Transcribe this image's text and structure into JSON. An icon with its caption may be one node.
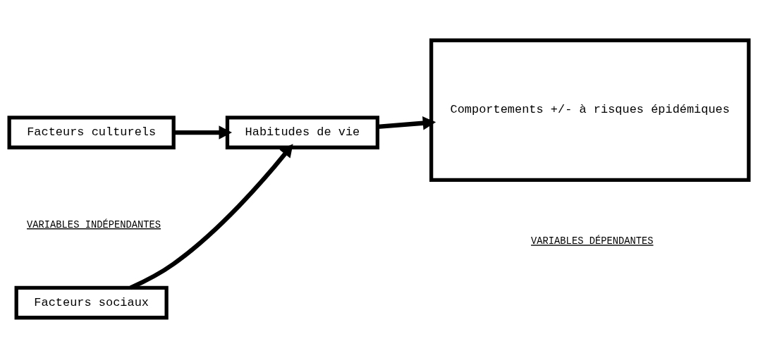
{
  "diagram": {
    "nodes": [
      {
        "text": [
          "Facteurs sociaux"
        ]
      },
      {
        "text": [
          "Habitudes de vie"
        ]
      },
      {
        "text": [
          "Facteurs culturels"
        ]
      },
      {
        "text": [
          "Comportements +/- à risques épidémiques"
        ]
      }
    ],
    "edges": [
      {
        "from": 0,
        "to": 1,
        "arrow": "to"
      },
      {
        "from": 2,
        "to": 1,
        "arrow": "to"
      },
      {
        "from": 1,
        "to": 3,
        "arrow": "to"
      }
    ],
    "labels": [
      "VARIABLES INDÉPENDANTES",
      "VARIABLES DÉPENDANTES"
    ]
  }
}
